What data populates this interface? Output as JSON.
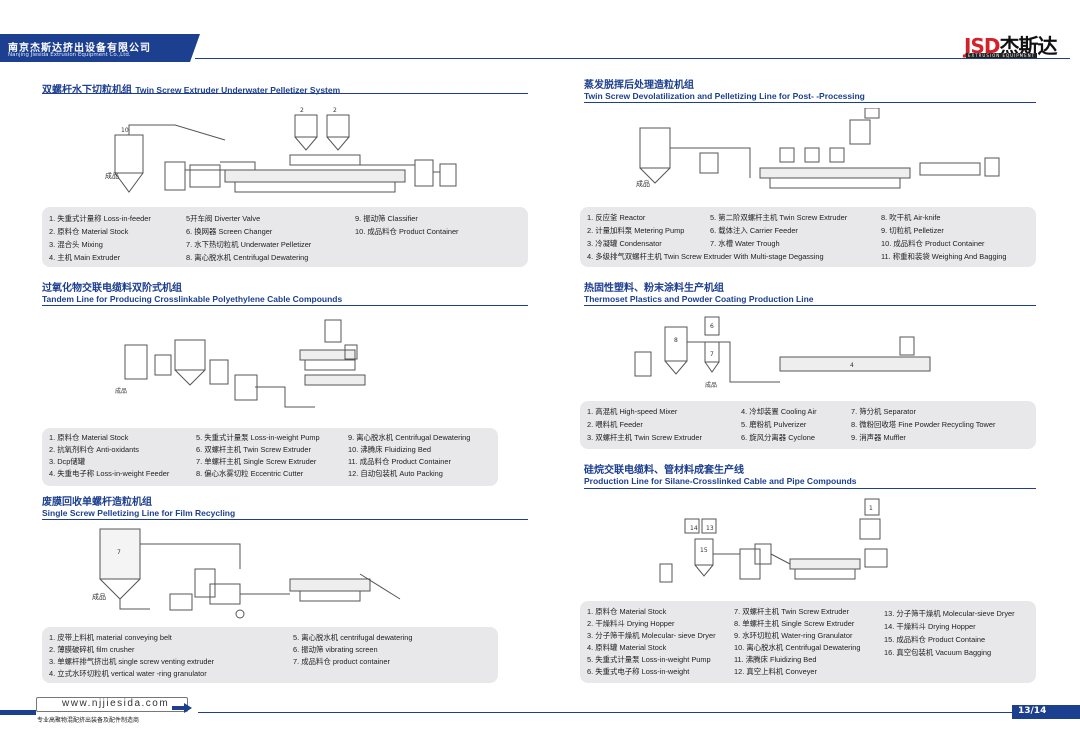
{
  "header": {
    "company_cn": "南京杰斯达挤出设备有限公司",
    "company_en": "Nanjing Jiesida Extrusion Equipment Co.,Ltd.",
    "logo_text_a": "JSD",
    "logo_text_b": "杰斯达",
    "logo_sub": "EXTRUSION EQUIPMENT"
  },
  "sections": {
    "s1": {
      "cn": "双螺杆水下切粒机组",
      "en": "Twin Screw Extruder Underwater Pelletizer System"
    },
    "s2": {
      "cn": "蒸发脱挥后处理造粒机组",
      "en": "Twin Screw Devolatilization and Pelletizing Line for Post- -Processing"
    },
    "s3": {
      "cn": "过氧化物交联电缆料双阶式机组",
      "en": "Tandem Line for Producing Crosslinkable Polyethylene Cable Compounds"
    },
    "s4": {
      "cn": "热固性塑料、粉末涂料生产机组",
      "en": "Thermoset Plastics and Powder Coating Production Line"
    },
    "s5": {
      "cn": "硅烷交联电缆料、管材料成套生产线",
      "en": "Production Line for Silane-Crosslinked Cable and Pipe Compounds"
    },
    "s6": {
      "cn": "废膜回收单螺杆造粒机组",
      "en": "Single Screw Pelletizing Line for Film Recycling"
    }
  },
  "diagram_labels": {
    "product": "成品"
  },
  "legends": {
    "l1": [
      "1. 失重式计量称 Loss-in-feeder",
      "2. 原料仓 Material Stock",
      "3. 混合头 Mixing",
      "4. 主机 Main Extruder",
      "5开车阀 Diverter Valve",
      "6. 换网器 Screen Changer",
      "7. 水下热切粒机 Underwater Pelletizer",
      "8. 离心脱水机 Centrifugal Dewatering",
      "9. 振动筛 Classifier",
      "10. 成品料仓 Product Container"
    ],
    "l2": [
      "1. 反应釜 Reactor",
      "2. 计量加料泵 Metering Pump",
      "3. 冷凝罐 Condensator",
      "4. 多级排气双螺杆主机 Twin Screw Extruder With Multi-stage Degassing",
      "5. 第二阶双螺杆主机 Twin Screw Extruder",
      "6. 载体注入 Carrier Feeder",
      "7. 水槽 Water Trough",
      "8. 吹干机 Air-knife",
      "9. 切粒机 Pelletizer",
      "10. 成品料仓 Product Container",
      "11. 称重和装袋 Weighing And Bagging"
    ],
    "l3": [
      "1. 原料仓 Material Stock",
      "2. 抗氧剂料仓 Anti-oxidants",
      "3. Dcp储罐",
      "4. 失重电子称 Loss-in-weight Feeder",
      "5. 失重式计量泵 Loss-in-weight Pump",
      "6. 双螺杆主机 Twin Screw Extruder",
      "7. 单螺杆主机 Single Screw Extruder",
      "8. 偏心水雾切粒 Eccentric Cutter",
      "9. 离心脱水机 Centrifugal Dewatering",
      "10. 沸腾床 Fluidizing Bed",
      "11. 成品料仓 Product Container",
      "12. 自动包装机 Auto Packing"
    ],
    "l4": [
      "1. 高混机 High-speed Mixer",
      "2. 喂料机 Feeder",
      "3. 双螺杆主机 Twin Screw Extruder",
      "4. 冷却装置 Cooling Air",
      "5. 磨粉机 Pulverizer",
      "6. 旋风分离器 Cyclone",
      "7. 筛分机 Separator",
      "8. 微粉回收塔 Fine Powder Recycling Tower",
      "9. 消声器 Muffler"
    ],
    "l5": [
      "1. 原料仓 Material Stock",
      "2. 干燥料斗 Drying Hopper",
      "3. 分子筛干燥机 Molecular- sieve Dryer",
      "4. 原料罐 Material Stock",
      "5. 失重式计量泵 Loss-in-weight Pump",
      "6. 失重式电子称 Loss-in-weight",
      "7. 双螺杆主机 Twin Screw Extruder",
      "8. 单螺杆主机 Single Screw Extruder",
      "9. 水环切粒机 Water-ring Granulator",
      "10. 离心脱水机 Centrifugal Dewatering",
      "11. 沸腾床 Fluidizing Bed",
      "12. 真空上料机 Conveyer",
      "13. 分子筛干燥机 Molecular-sieve Dryer",
      "14. 干燥料斗 Drying Hopper",
      "15. 成品料仓 Product Containe",
      "16. 真空包装机 Vacuum Bagging"
    ],
    "l6": [
      "1. 皮带上料机 material conveying belt",
      "2. 薄膜破碎机 film crusher",
      "3. 单螺杆排气挤出机 single screw venting extruder",
      "4. 立式水环切粒机 vertical water -ring granulator",
      "5. 离心脱水机 centrifugal dewatering",
      "6. 振动筛 vibrating screen",
      "7. 成品料仓 product container"
    ]
  },
  "footer": {
    "url": "www.njjiesida.com",
    "slogan": "专业高聚物混配挤出装备及配件制造商",
    "page": "13/14"
  },
  "colors": {
    "brand_blue": "#1d3f8f",
    "logo_red": "#d4202a",
    "legend_bg": "#e8e8ea"
  }
}
